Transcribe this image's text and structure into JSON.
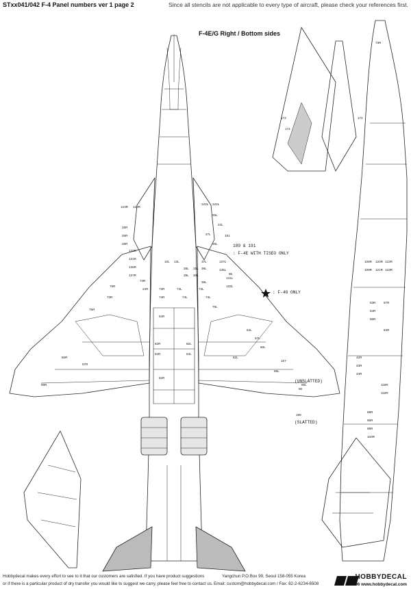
{
  "header": {
    "title": "STxx041/042 F-4 Panel numbers ver 1 page 2",
    "notice": "Since all stencils are not applicable to every type of aircraft, please check your references first."
  },
  "subtitle": "F-4E/G Right / Bottom sides",
  "notes": {
    "tisco_top": "189 & 191",
    "tisco_bottom": ": F-4E WITH TISEO ONLY",
    "f4g_only": ": F-4G ONLY",
    "slatted": "(SLATTED)",
    "unslatted": "(UNSLATTED)"
  },
  "footer": {
    "disclaimer_1": "Hobbydecal makes every effort to see to it that our customers are satisfied. If you have product suggestions",
    "disclaimer_2": "or if there is a particular product of dry transfer you would like to suggest we carry, please feel free to contact us.",
    "address": "Yangchun P.O.Box 99, Seoul 158-055 Korea",
    "contact": "Email: custom@hobbydecal.com / Fax: 82-2-6234-6508",
    "brand": "HOBBYDECAL",
    "website": "© 2006 www.hobbydecal.com"
  },
  "panel_labels": {
    "left_wing": [
      "123R",
      "122R",
      "25R",
      "26R",
      "28R",
      "24R",
      "73R",
      "75R",
      "76R",
      "74R",
      "137R",
      "135R",
      "131R",
      "133R",
      "82R",
      "84R",
      "54R",
      "57R",
      "62R",
      "60R",
      "66R"
    ],
    "right_wing": [
      "123L",
      "122L",
      "25L",
      "24L",
      "27L",
      "26L",
      "73L",
      "74L",
      "75L",
      "137L",
      "135L",
      "131L",
      "133L",
      "82L",
      "84L",
      "64L",
      "67L",
      "60L",
      "62L",
      "66L",
      "65L",
      "157",
      "189",
      "191",
      "95",
      "96"
    ],
    "fuselage": [
      "10L",
      "13L",
      "28L",
      "29L",
      "30L",
      "31L",
      "36L",
      "37L",
      "38L",
      "73L",
      "74L",
      "73R",
      "74R"
    ],
    "side_view": [
      "173",
      "174",
      "172",
      "73R",
      "108R",
      "109R",
      "120R",
      "121R",
      "122R",
      "123R",
      "42R",
      "43R",
      "44R",
      "53R",
      "54R",
      "56R",
      "57R",
      "84R",
      "88R",
      "95R",
      "96R",
      "100R",
      "118R",
      "119R"
    ]
  }
}
